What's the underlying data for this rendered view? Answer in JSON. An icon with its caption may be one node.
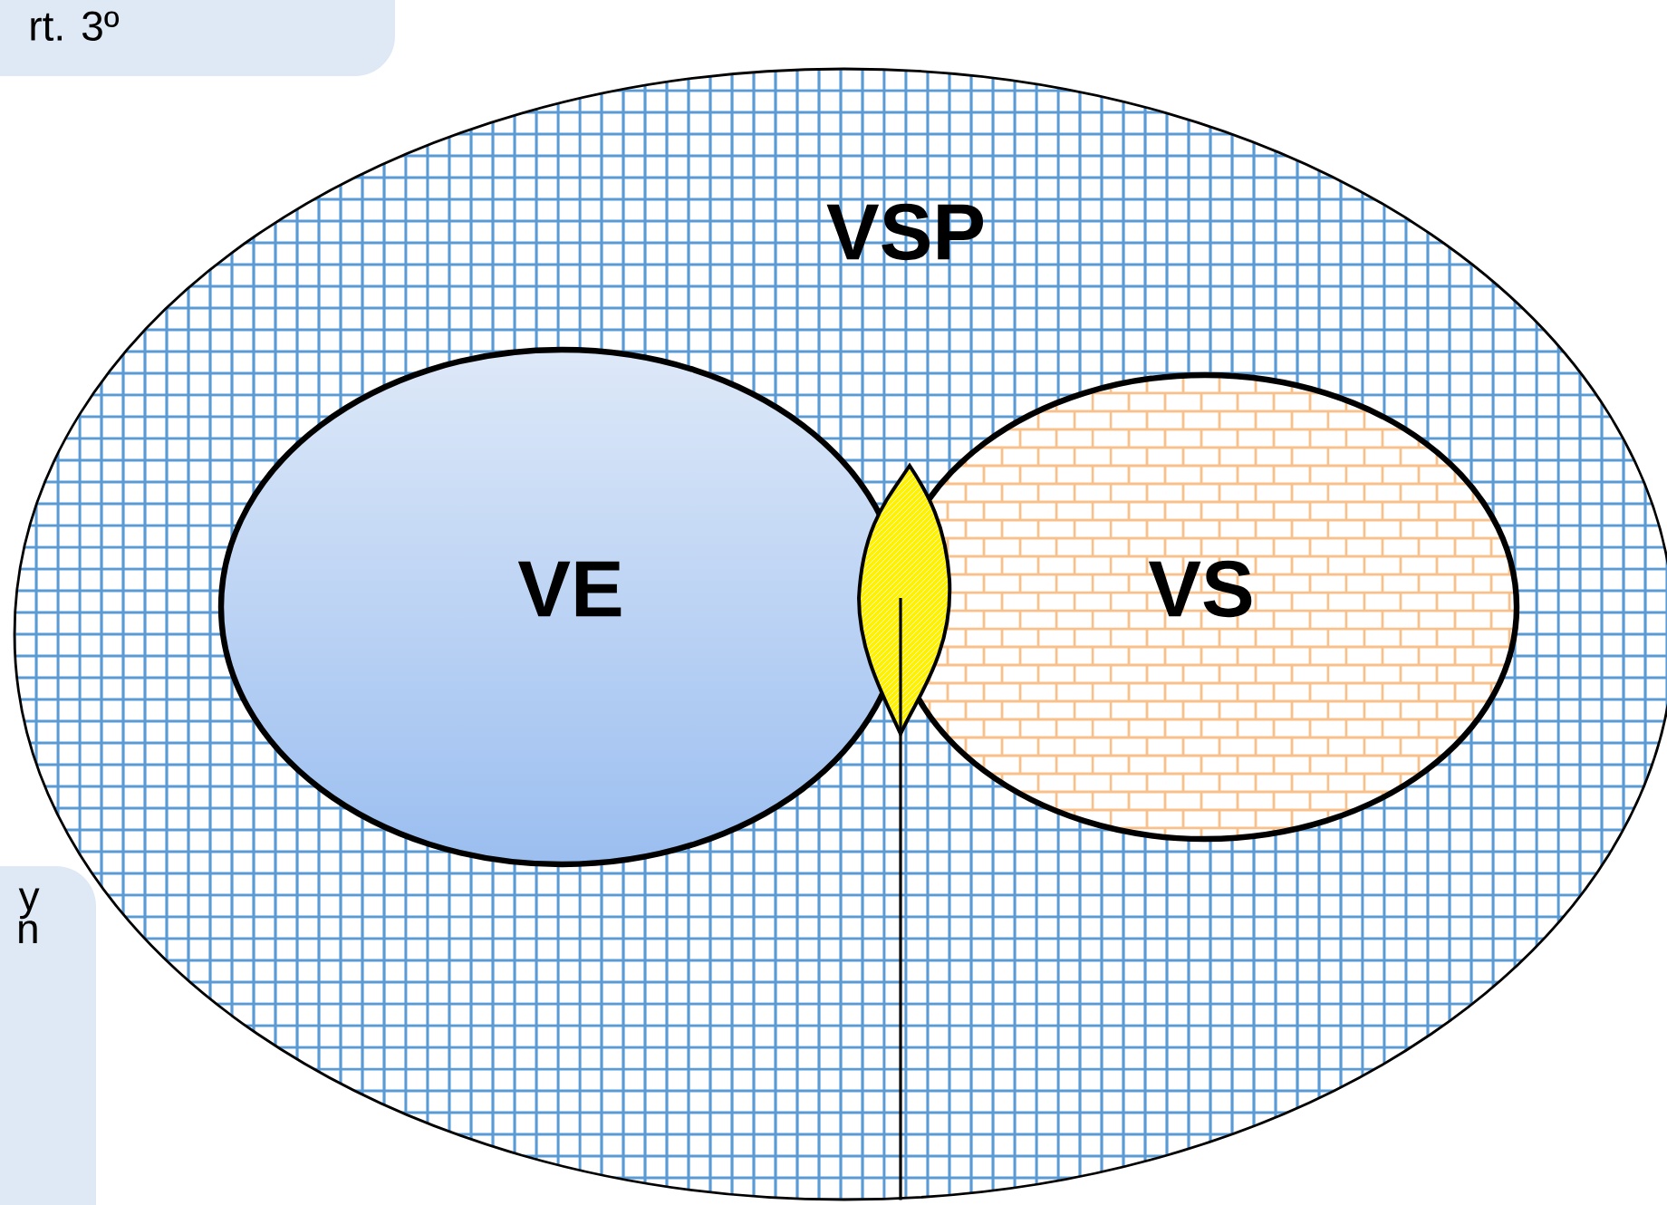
{
  "diagram": {
    "nodes": [
      {
        "text": [
          "VSP"
        ]
      },
      {
        "text": [
          "VE"
        ],
        "in": 0
      },
      {
        "text": [
          "VS"
        ],
        "in": 0
      },
      {
        "text": [],
        "shape": "leaf",
        "in": 0
      },
      {
        "text": [
          "rt. 3º"
        ]
      },
      {
        "text": [
          "y n"
        ]
      }
    ],
    "edges": [
      {
        "from": 3,
        "to": 0,
        "arrow": "none"
      }
    ]
  }
}
